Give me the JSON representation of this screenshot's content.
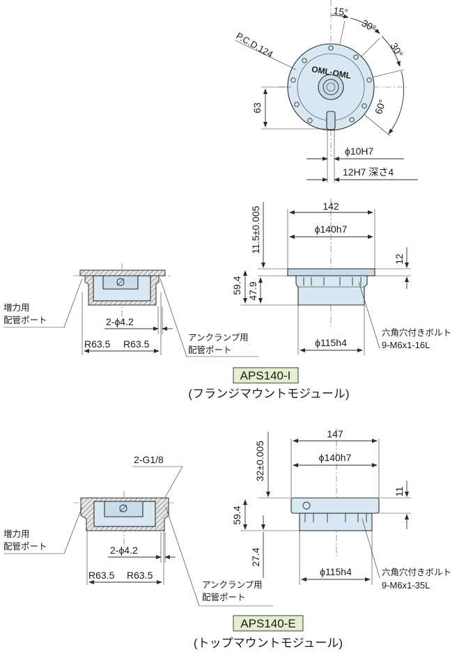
{
  "top_view": {
    "pcd": "P.C.D.124",
    "angles": [
      "15°",
      "30°",
      "30°",
      "60°"
    ],
    "dim_63": "63",
    "bore": "ϕ10H7",
    "slot": "12H7 深さ4",
    "logo_text": "OML·OML"
  },
  "aps140i": {
    "dim_142": "142",
    "dim_140h7": "ϕ140h7",
    "dim_115h4": "ϕ115h4",
    "dim_11_5": "11.5±0.005",
    "dim_12": "12",
    "dim_59_4": "59.4",
    "dim_47_9": "47.9",
    "bolt_line1": "六角穴付きボルト",
    "bolt_line2": "9-M6x1-16L",
    "port_left_1": "増力用",
    "port_left_2": "配管ポート",
    "port_right_1": "アンクランプ用",
    "port_right_2": "配管ポート",
    "dim_hole": "2-ϕ4.2",
    "r_left": "R63.5",
    "r_right": "R63.5",
    "model": "APS140-I",
    "caption": "(フランジマウントモジュール)"
  },
  "aps140e": {
    "dim_147": "147",
    "dim_140h7": "ϕ140h7",
    "dim_115h4": "ϕ115h4",
    "dim_32": "32±0.005",
    "dim_11": "11",
    "dim_59_4": "59.4",
    "dim_27_4": "27.4",
    "bolt_line1": "六角穴付きボルト",
    "bolt_line2": "9-M6x1-35L",
    "port_left_1": "増力用",
    "port_left_2": "配管ポート",
    "port_right_1": "アンクランプ用",
    "port_right_2": "配管ポート",
    "thread": "2-G1/8",
    "dim_hole": "2-ϕ4.2",
    "r_left": "R63.5",
    "r_right": "R63.5",
    "model": "APS140-E",
    "caption": "(トップマウントモジュール)"
  }
}
